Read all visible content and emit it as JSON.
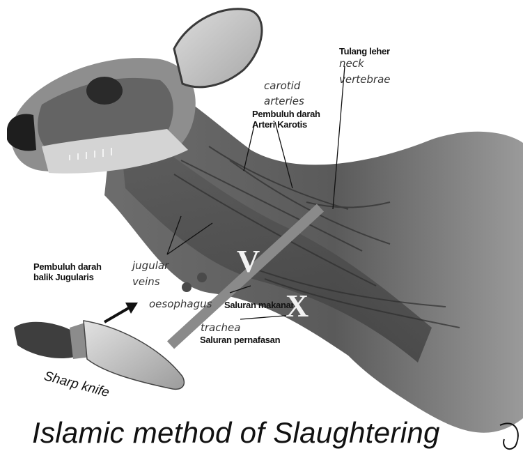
{
  "labels": {
    "tulang_leher": "Tulang leher",
    "neck": "neck",
    "vertebrae": "vertebrae",
    "carotid": "carotid",
    "arteries": "arteries",
    "pembuluh_darah_1": "Pembuluh darah",
    "arteri_karotis": "Arteri Karotis",
    "pembuluh_darah_2": "Pembuluh darah",
    "balik_jugularis": "balik Jugularis",
    "jugular": "jugular",
    "veins": "veins",
    "oesophagus": "oesophagus",
    "saluran_makanan": "Saluran makanan",
    "trachea": "trachea",
    "saluran_pernafasan": "Saluran pernafasan",
    "sharp_knife": "Sharp knife",
    "mark_v": "V",
    "mark_x": "X"
  },
  "title": "Islamic method of Slaughtering",
  "colors": {
    "skin_light": "#bdbdbd",
    "skin_mid": "#7d7d7d",
    "skin_dark": "#3a3a3a",
    "cut_line": "#8a8a8a",
    "text": "#111111"
  }
}
